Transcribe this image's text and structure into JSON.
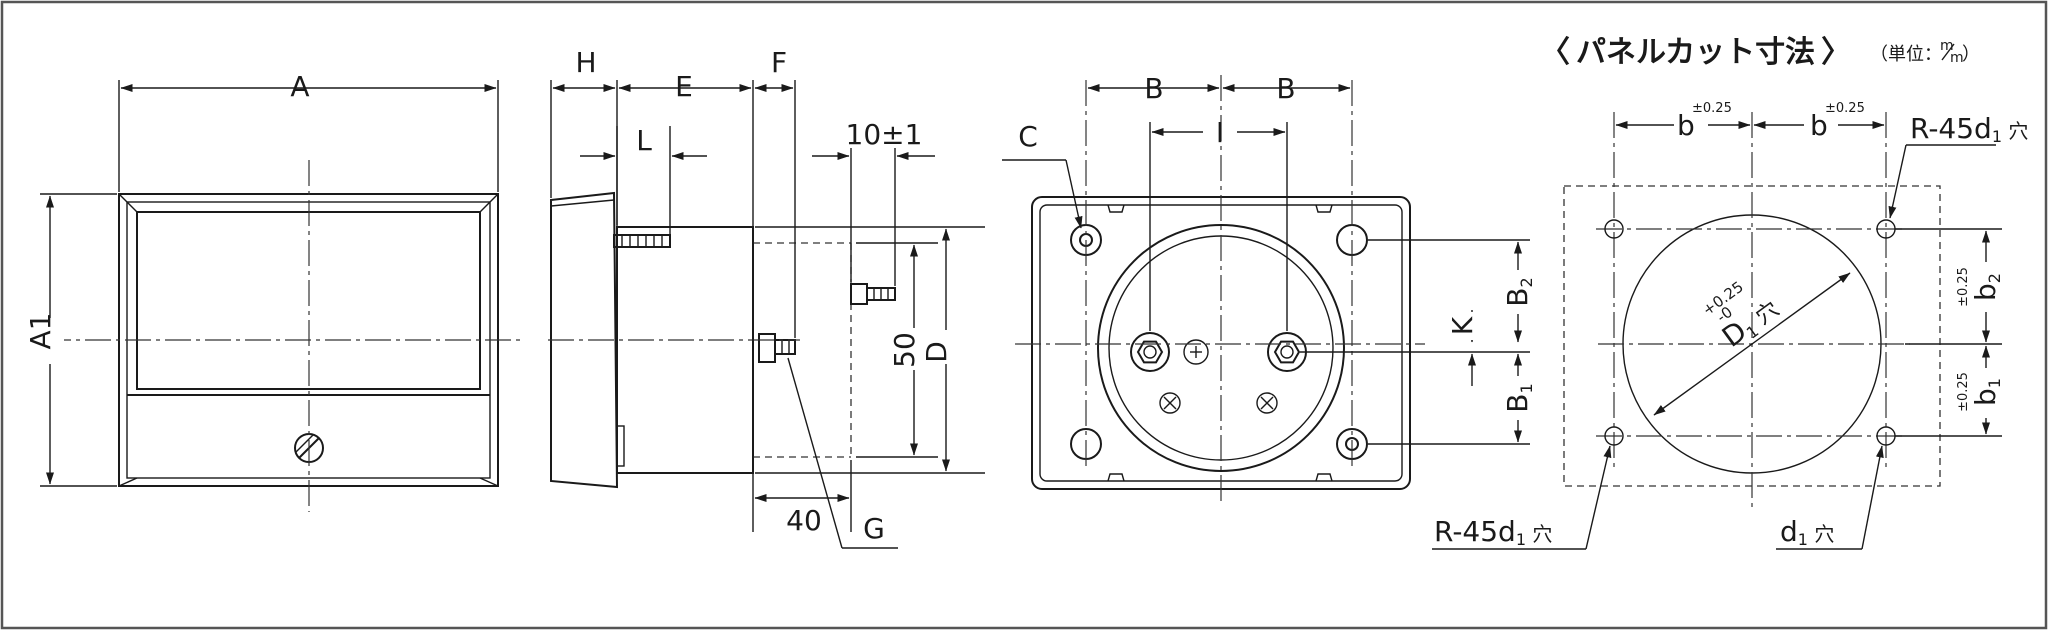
{
  "title": {
    "open_bracket": "〈",
    "text": "パネルカット寸法",
    "close_bracket": "〉",
    "unit_label": "（単位：",
    "unit_m_top": "m",
    "unit_m_bottom": "m",
    "unit_close": "）"
  },
  "front_view": {
    "dim_a": "A",
    "dim_a1": "A1"
  },
  "side_view": {
    "dim_h": "H",
    "dim_e": "E",
    "dim_f": "F",
    "dim_l": "L",
    "dim_10": "10±1",
    "dim_50": "50",
    "dim_d": "D",
    "dim_40": "40",
    "label_g": "G"
  },
  "rear_view": {
    "dim_b_left": "B",
    "dim_b_right": "B",
    "dim_i": "I",
    "label_c": "C",
    "dim_k": "K",
    "dim_b2": "B",
    "dim_b2_sub": "2",
    "dim_b1": "B",
    "dim_b1_sub": "1"
  },
  "panel_cut": {
    "b_left": "b",
    "b_left_tol": "±0.25",
    "b_right": "b",
    "b_right_tol": "±0.25",
    "hole_top_right": "R-45d",
    "hole_top_right_sub": "1",
    "hole_top_right_suffix": " 穴",
    "hole_bottom_left": "R-45d",
    "hole_bottom_left_sub": "1",
    "hole_bottom_left_suffix": " 穴",
    "hole_bottom_right": "d",
    "hole_bottom_right_sub": "1",
    "hole_bottom_right_suffix": " 穴",
    "b2": "b",
    "b2_sub": "2",
    "b2_tol": "±0.25",
    "b1": "b",
    "b1_sub": "1",
    "b1_tol": "±0.25",
    "d1_tol_plus": "+0.25",
    "d1_tol_minus": "-0",
    "d1": "D",
    "d1_sub": "1",
    "d1_suffix": " 穴"
  }
}
